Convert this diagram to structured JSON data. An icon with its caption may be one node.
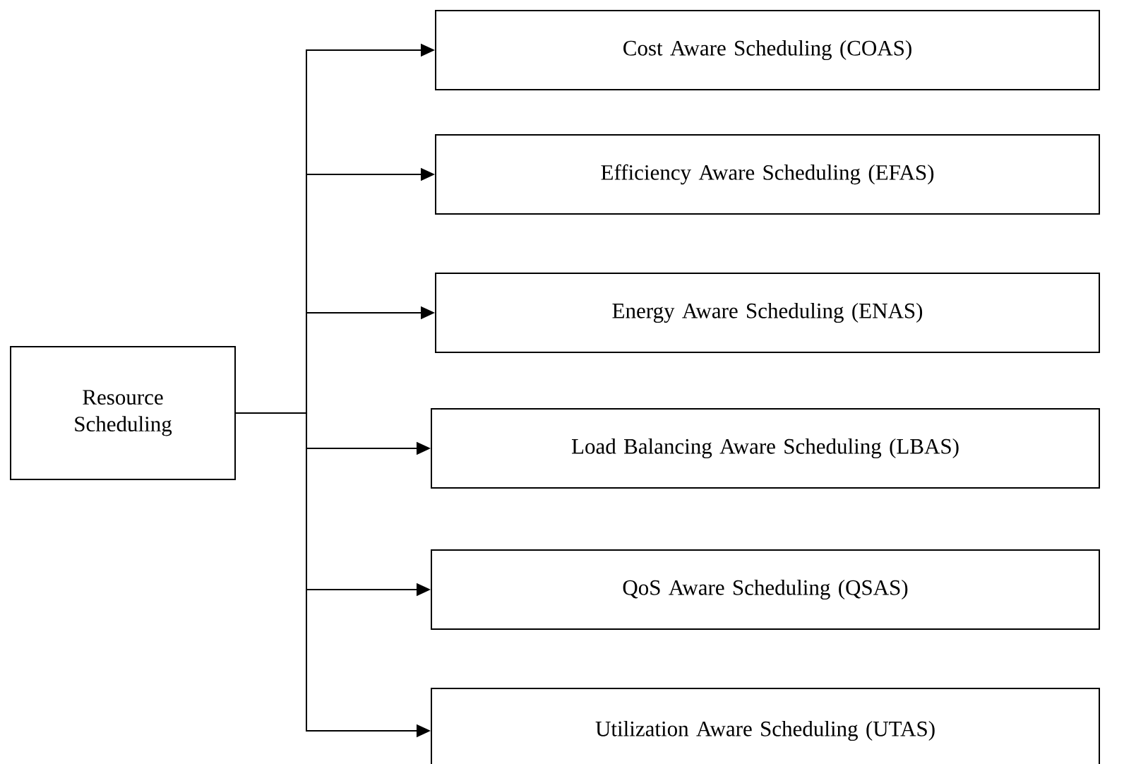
{
  "diagram": {
    "nodes": [
      {
        "text": [
          "Resource Scheduling"
        ]
      },
      {
        "text": [
          "Cost Aware Scheduling (COAS)"
        ]
      },
      {
        "text": [
          "Efficiency Aware Scheduling (EFAS)"
        ]
      },
      {
        "text": [
          "Energy Aware Scheduling (ENAS)"
        ]
      },
      {
        "text": [
          "Load Balancing Aware Scheduling (LBAS)"
        ]
      },
      {
        "text": [
          "QoS Aware Scheduling (QSAS)"
        ]
      },
      {
        "text": [
          "Utilization Aware Scheduling (UTAS)"
        ]
      }
    ],
    "edges": [
      {
        "from": 0,
        "to": 1,
        "arrow": "to"
      },
      {
        "from": 0,
        "to": 2,
        "arrow": "to"
      },
      {
        "from": 0,
        "to": 3,
        "arrow": "to"
      },
      {
        "from": 0,
        "to": 4,
        "arrow": "to"
      },
      {
        "from": 0,
        "to": 5,
        "arrow": "to"
      },
      {
        "from": 0,
        "to": 6,
        "arrow": "to"
      }
    ]
  }
}
